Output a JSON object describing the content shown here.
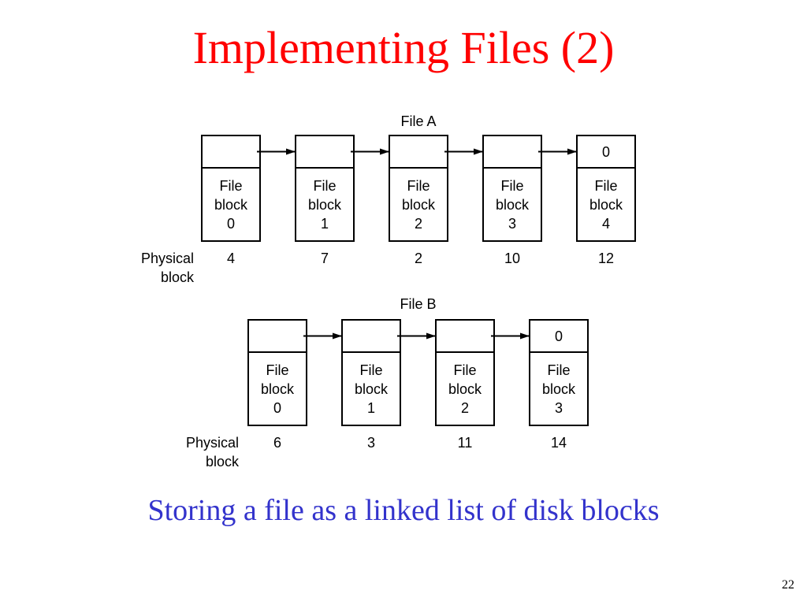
{
  "title": "Implementing Files (2)",
  "caption": "Storing a file as a linked list of disk blocks",
  "page_number": "22",
  "colors": {
    "title": "#ff0000",
    "caption": "#3333cc",
    "diagram": "#000000"
  },
  "diagram": {
    "physical_label": [
      "Physical",
      "block"
    ],
    "files": [
      {
        "name": "File A",
        "blocks": [
          {
            "pointer": "",
            "lines": [
              "File",
              "block",
              "0"
            ],
            "physical": "4"
          },
          {
            "pointer": "",
            "lines": [
              "File",
              "block",
              "1"
            ],
            "physical": "7"
          },
          {
            "pointer": "",
            "lines": [
              "File",
              "block",
              "2"
            ],
            "physical": "2"
          },
          {
            "pointer": "",
            "lines": [
              "File",
              "block",
              "3"
            ],
            "physical": "10"
          },
          {
            "pointer": "0",
            "lines": [
              "File",
              "block",
              "4"
            ],
            "physical": "12"
          }
        ]
      },
      {
        "name": "File B",
        "blocks": [
          {
            "pointer": "",
            "lines": [
              "File",
              "block",
              "0"
            ],
            "physical": "6"
          },
          {
            "pointer": "",
            "lines": [
              "File",
              "block",
              "1"
            ],
            "physical": "3"
          },
          {
            "pointer": "",
            "lines": [
              "File",
              "block",
              "2"
            ],
            "physical": "11"
          },
          {
            "pointer": "0",
            "lines": [
              "File",
              "block",
              "3"
            ],
            "physical": "14"
          }
        ]
      }
    ]
  }
}
